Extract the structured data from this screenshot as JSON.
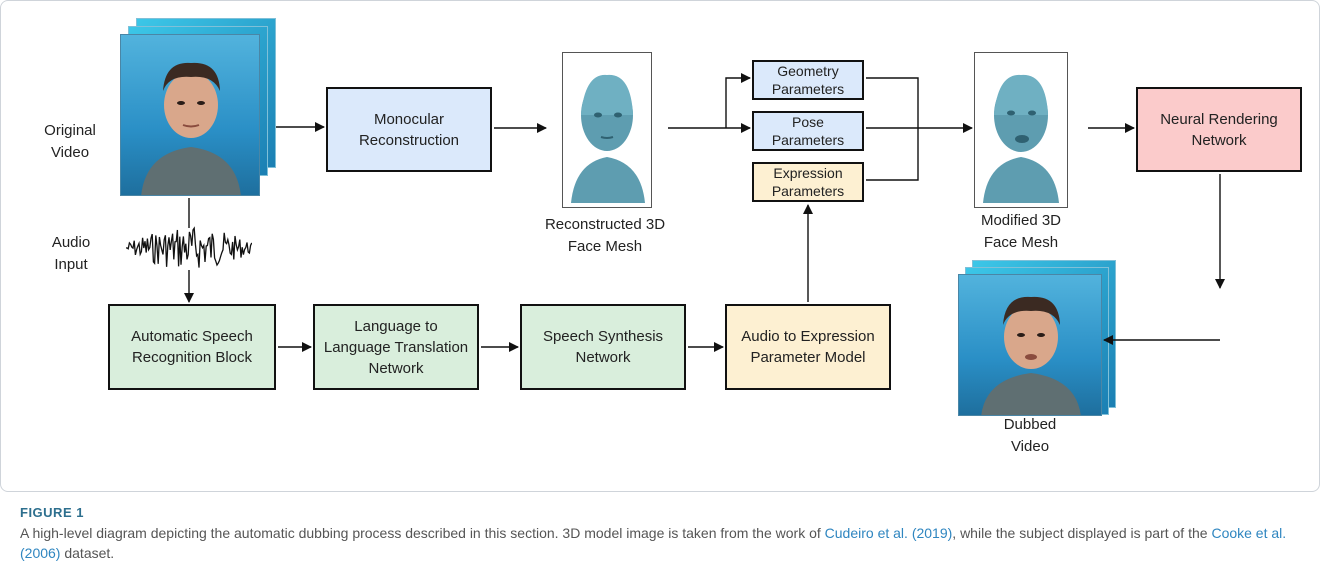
{
  "labels": {
    "original_video": "Original\nVideo",
    "audio_input": "Audio\nInput",
    "reconstructed_mesh": "Reconstructed 3D\nFace Mesh",
    "modified_mesh": "Modified 3D\nFace Mesh",
    "dubbed_video": "Dubbed\nVideo"
  },
  "boxes": {
    "monocular": "Monocular\nReconstruction",
    "geometry": "Geometry\nParameters",
    "pose": "Pose\nParameters",
    "expression": "Expression\nParameters",
    "neural": "Neural Rendering\nNetwork",
    "asr": "Automatic Speech\nRecognition Block",
    "translation": "Language to\nLanguage Translation\nNetwork",
    "synthesis": "Speech Synthesis\nNetwork",
    "audio2expr": "Audio to Expression\nParameter Model"
  },
  "caption": {
    "head": "FIGURE 1",
    "part1": "A high-level diagram depicting the automatic dubbing process described in this section. 3D model image is taken from the work of ",
    "cite1": "Cudeiro et al. (2019)",
    "part2": ", while the subject displayed is part of the ",
    "cite2": "Cooke et al. (2006)",
    "part3": " dataset."
  },
  "colors": {
    "blue": "#dbe9fb",
    "green": "#d9eedc",
    "yellow": "#fdf0d2",
    "red": "#fbcbcb",
    "video_frame": "#2a8fc6"
  }
}
